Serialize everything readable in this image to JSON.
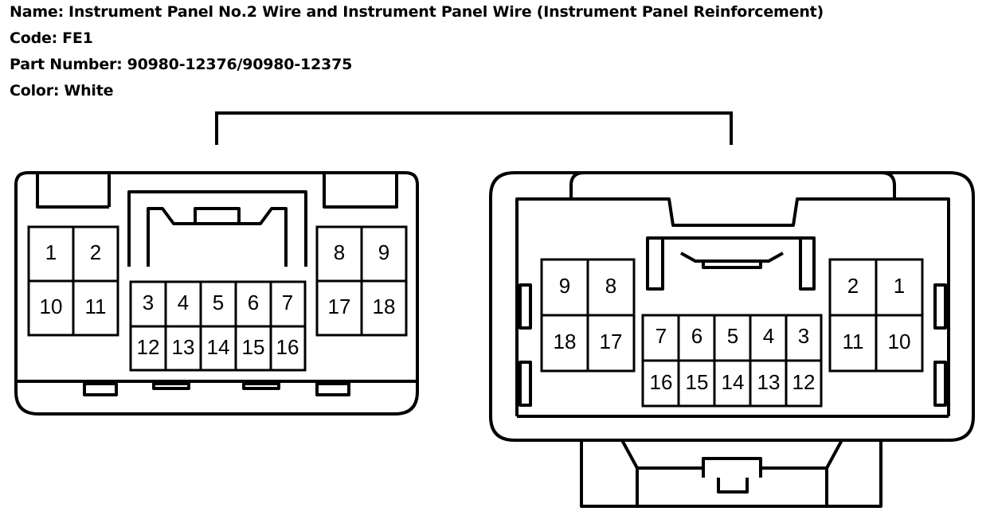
{
  "header": {
    "name_label": "Name:",
    "name_value": "Instrument Panel No.2 Wire and Instrument Panel Wire (Instrument Panel Reinforcement)",
    "code_label": "Code:",
    "code_value": "FE1",
    "part_label": "Part Number:",
    "part_value": "90980-12376/90980-12375",
    "color_label": "Color:",
    "color_value": "White"
  },
  "left_connector": {
    "left_block": {
      "top": [
        "1",
        "2"
      ],
      "bottom": [
        "10",
        "11"
      ]
    },
    "center_block": {
      "top": [
        "3",
        "4",
        "5",
        "6",
        "7"
      ],
      "bottom": [
        "12",
        "13",
        "14",
        "15",
        "16"
      ]
    },
    "right_block": {
      "top": [
        "8",
        "9"
      ],
      "bottom": [
        "17",
        "18"
      ]
    }
  },
  "right_connector": {
    "left_block": {
      "top": [
        "9",
        "8"
      ],
      "bottom": [
        "18",
        "17"
      ]
    },
    "center_block": {
      "top": [
        "7",
        "6",
        "5",
        "4",
        "3"
      ],
      "bottom": [
        "16",
        "15",
        "14",
        "13",
        "12"
      ]
    },
    "right_block": {
      "top": [
        "2",
        "1"
      ],
      "bottom": [
        "11",
        "10"
      ]
    }
  }
}
